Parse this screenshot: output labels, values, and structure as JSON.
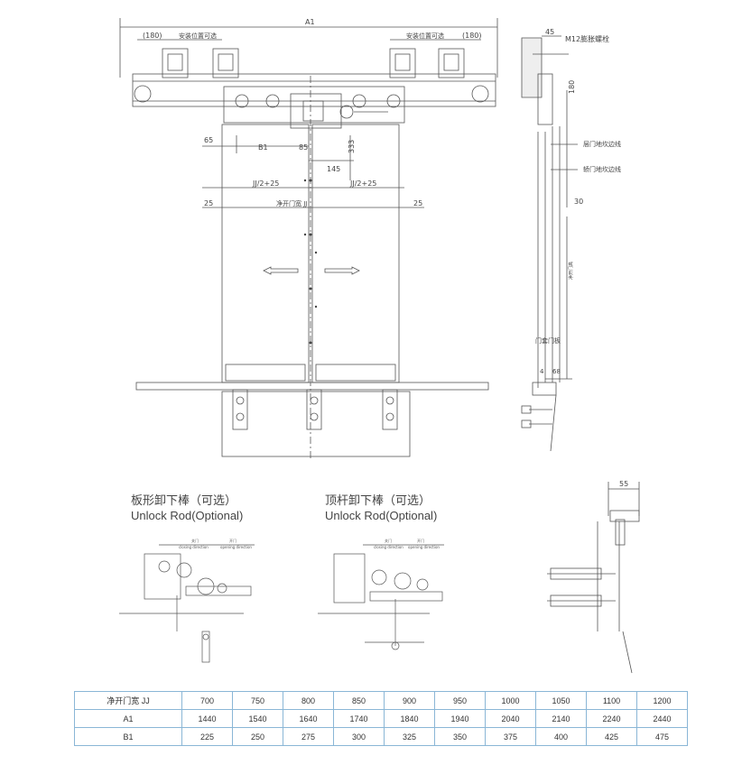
{
  "main_view": {
    "dim_A1": "A1",
    "dim_180_left": "(180)",
    "dim_180_right": "(180)",
    "mount_note_left": "安装位置可选",
    "mount_note_right": "安装位置可选",
    "dim_65": "65",
    "dim_B1": "B1",
    "dim_85": "85",
    "dim_333": "333",
    "dim_145": "145",
    "dim_jj2_left": "JJ/2+25",
    "dim_jj2_right": "JJ/2+25",
    "dim_25_left": "25",
    "dim_25_right": "25",
    "clear_width": "净开门宽 JJ"
  },
  "side_view": {
    "dim_45": "45",
    "bolt": "M12膨胀螺栓",
    "dim_180": "180",
    "landing_line": "层门地坎边线",
    "car_line": "轿门地坎边线",
    "dim_30": "30",
    "door_height": "净开门高",
    "door_panel": "门套门板",
    "dim_4": "4",
    "dim_68": "68"
  },
  "detail_view": {
    "dim_55": "55"
  },
  "rod_plate": {
    "title_cn": "板形卸下棒（可选）",
    "title_en": "Unlock Rod(Optional)",
    "closing": "closing direction",
    "opening": "opening direction",
    "label_kai": "开门",
    "label_guan": "关门"
  },
  "rod_bar": {
    "title_cn": "顶杆卸下棒（可选）",
    "title_en": "Unlock Rod(Optional)",
    "closing": "closing direction",
    "opening": "opening direction",
    "label_kai": "开门",
    "label_guan": "关门"
  },
  "table": {
    "rows": [
      {
        "label": "净开门宽 JJ",
        "values": [
          "700",
          "750",
          "800",
          "850",
          "900",
          "950",
          "1000",
          "1050",
          "1100",
          "1200"
        ]
      },
      {
        "label": "A1",
        "values": [
          "1440",
          "1540",
          "1640",
          "1740",
          "1840",
          "1940",
          "2040",
          "2140",
          "2240",
          "2440"
        ]
      },
      {
        "label": "B1",
        "values": [
          "225",
          "250",
          "275",
          "300",
          "325",
          "350",
          "375",
          "400",
          "425",
          "475"
        ]
      }
    ]
  }
}
